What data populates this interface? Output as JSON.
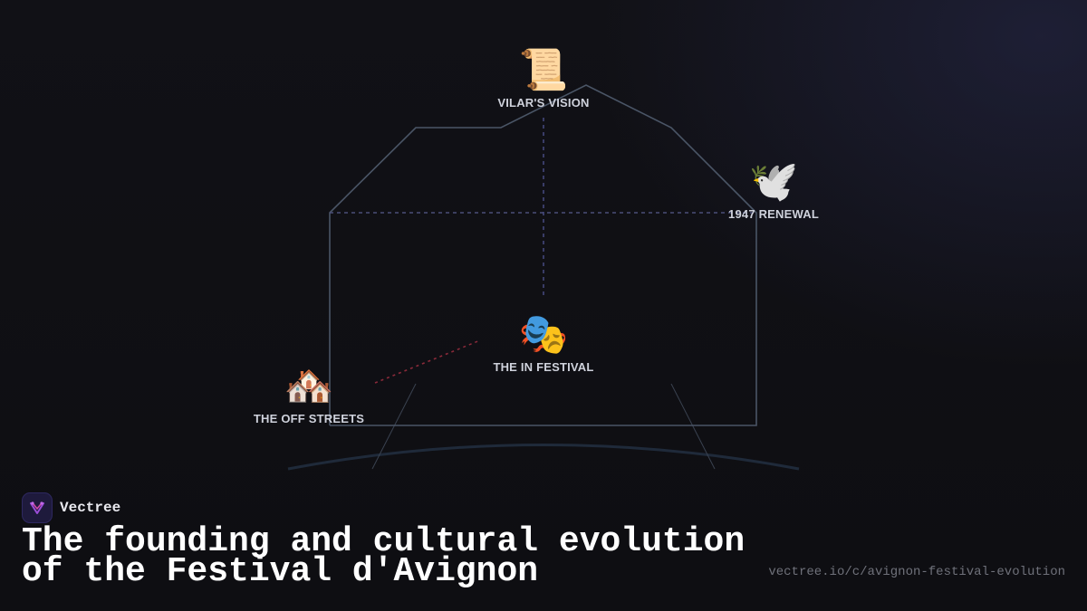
{
  "diagram": {
    "nodes": {
      "vision": {
        "icon": "📜",
        "icon_name": "scroll-icon",
        "label": "VILAR'S VISION"
      },
      "renewal": {
        "icon": "🕊️",
        "icon_name": "dove-icon",
        "label": "1947 RENEWAL"
      },
      "in_festival": {
        "icon": "🎭",
        "icon_name": "theater-masks-icon",
        "label": "THE IN FESTIVAL"
      },
      "off_streets": {
        "icon": "🏘️",
        "icon_name": "houses-icon",
        "label": "THE OFF STREETS"
      }
    },
    "colors": {
      "outline": "#4a5566",
      "dash_horizontal": "#4b4f78",
      "dash_vertical": "#4b4f8a",
      "dash_red": "#8a2a3a",
      "arc": "#1f2a3a"
    }
  },
  "brand": {
    "name": "Vectree",
    "logo_icon": "vectree-logo-icon"
  },
  "title": "The founding and cultural evolution of the Festival d'Avignon",
  "url": "vectree.io/c/avignon-festival-evolution"
}
